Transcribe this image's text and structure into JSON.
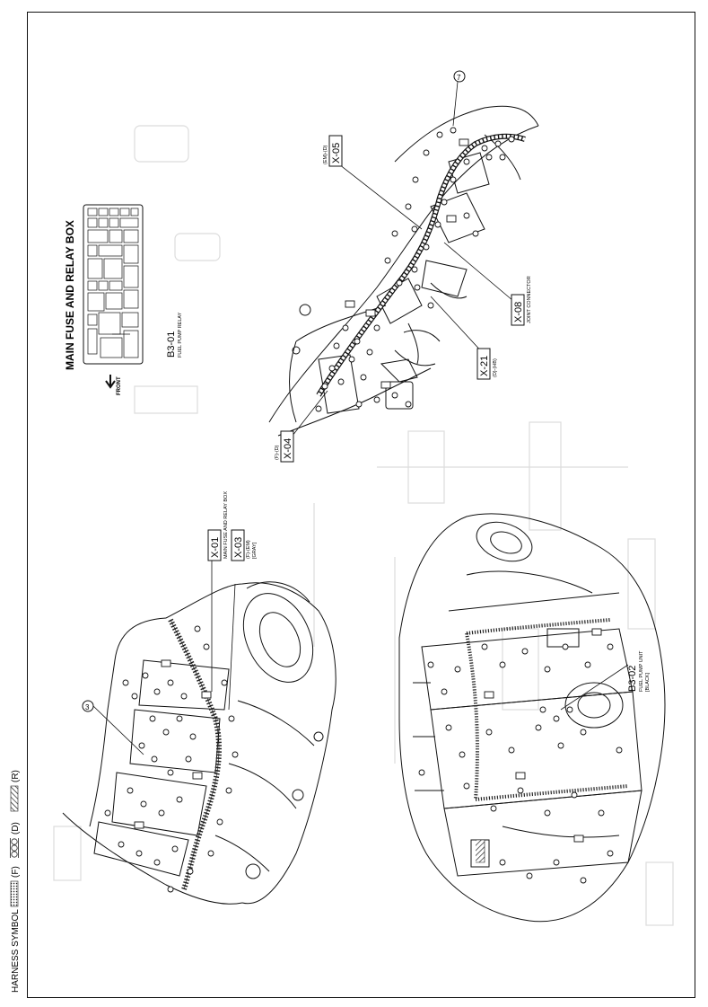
{
  "harness_symbol": {
    "prefix": "HARNESS SYMBOL :",
    "f": "(F)",
    "d": "(D)",
    "r": "(R)"
  },
  "main_fuse_box": {
    "title": "MAIN FUSE AND RELAY BOX",
    "front": "FRONT",
    "relay_code": "B3-01",
    "relay_name": "FUEL PUMP RELAY"
  },
  "callouts": {
    "x01_code": "X-01",
    "x01_desc": "MAIN FUSE AND RELAY BOX",
    "x03_code": "X-03",
    "x03_sub1": "(F)-(EM)",
    "x03_sub2": "[GRAY]",
    "x04_code": "X-04",
    "x04_sub": "(F)-(D)",
    "x05_code": "X-05",
    "x05_sub": "(EM)-(D)",
    "x08_code": "X-08",
    "x08_desc": "JOINT CONNECTOR",
    "x21_code": "X-21",
    "x21_sub": "(D)-(HB)",
    "b302_code": "B3-02",
    "b302_desc": "FUEL PUMP UNIT",
    "b302_color": "[BLACK]",
    "ref3": "3",
    "ref7": "7"
  },
  "colors": {
    "line": "#111111",
    "faint": "#d8d8d8",
    "paper": "#ffffff"
  }
}
